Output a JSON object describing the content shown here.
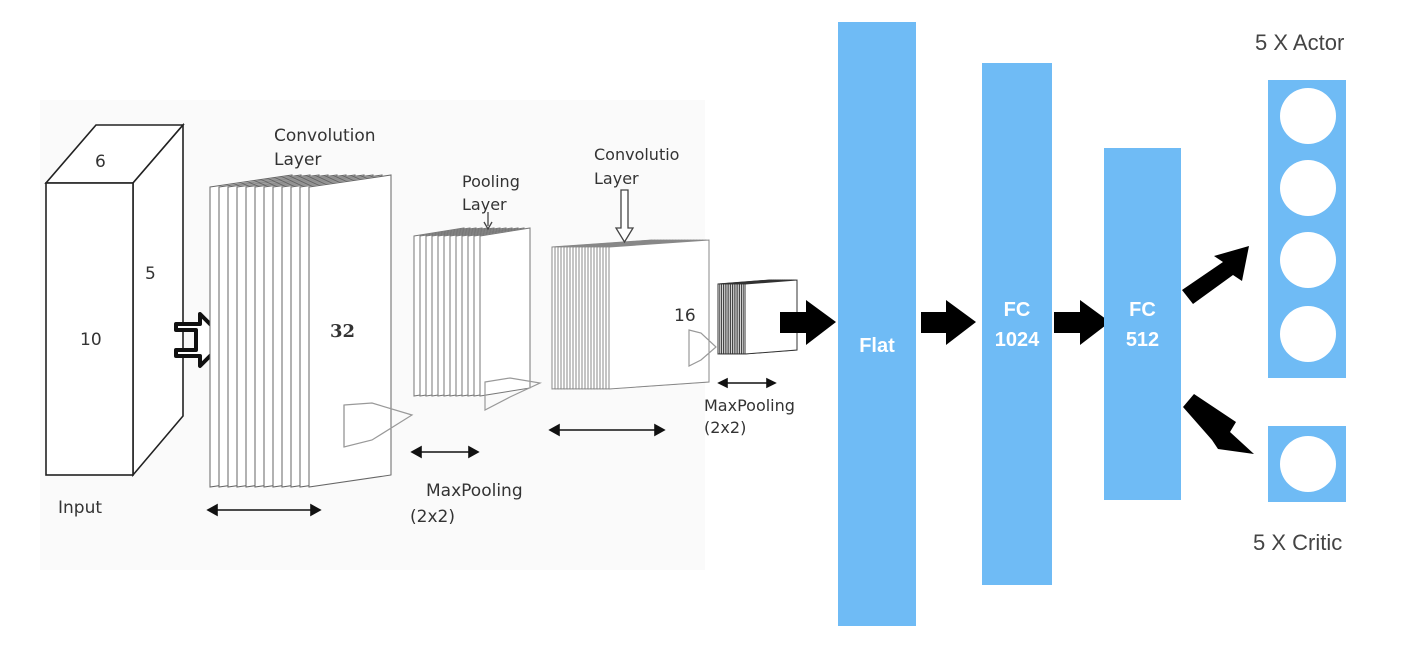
{
  "cnn": {
    "input_depth": "6",
    "input_width": "5",
    "input_height": "10",
    "input_label": "Input",
    "conv1_label_line1": "Convolution",
    "conv1_label_line2": "Layer",
    "conv1_filters": "32",
    "pool1_label_line1": "Pooling",
    "pool1_label_line2": "Layer",
    "pool1_caption_line1": "MaxPooling",
    "pool1_caption_line2": "(2x2)",
    "conv2_label_line1": "Convolutio",
    "conv2_label_line2": "Layer",
    "conv2_filters": "16",
    "pool2_caption_line1": "MaxPooling",
    "pool2_caption_line2": "(2x2)"
  },
  "dense": {
    "flat_label": "Flat",
    "fc1_line1": "FC",
    "fc1_line2": "1024",
    "fc2_line1": "FC",
    "fc2_line2": "512"
  },
  "outputs": {
    "actor_label": "5 X Actor",
    "critic_label": "5 X Critic",
    "actor_units": 4,
    "critic_units": 1
  },
  "colors": {
    "layer_box": "#6fbbf5",
    "arrow": "#000000",
    "unit": "#ffffff"
  }
}
